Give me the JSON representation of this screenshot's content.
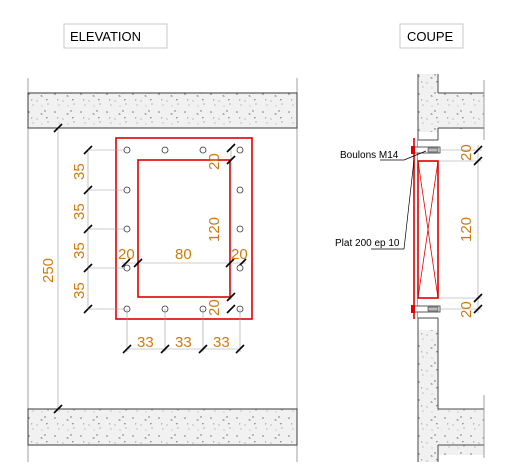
{
  "titles": {
    "elevation": "ELEVATION",
    "coupe": "COUPE"
  },
  "elevation_dims": {
    "left_pitches": [
      "35",
      "35",
      "35",
      "35"
    ],
    "total_height": "250",
    "inner_height": "120",
    "top_edge": "20",
    "left_edge": "20",
    "inner_width": "80",
    "right_edge": "20",
    "bottom_edge": "20",
    "bottom_pitches": [
      "33",
      "33",
      "33"
    ]
  },
  "coupe_dims": {
    "top": "20",
    "middle": "120",
    "bottom": "20"
  },
  "annotations": {
    "bolts": "Boulons M14",
    "plate": "Plat 200 ep 10"
  },
  "colors": {
    "dimension": "#d07a12",
    "plate": "#e00000",
    "concrete": "#f1f1f1"
  }
}
